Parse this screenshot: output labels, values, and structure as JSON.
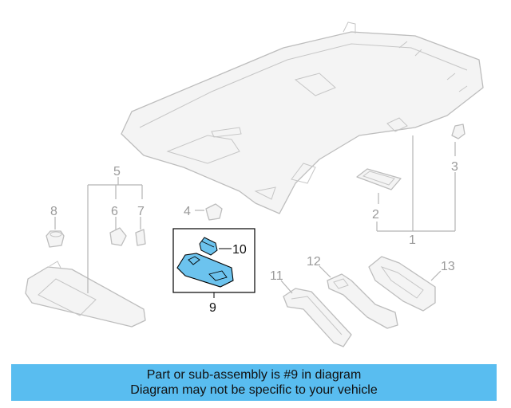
{
  "callouts": {
    "c1": "1",
    "c2": "2",
    "c3": "3",
    "c4": "4",
    "c5": "5",
    "c6": "6",
    "c7": "7",
    "c8": "8",
    "c9": "9",
    "c10": "10",
    "c11": "11",
    "c12": "12",
    "c13": "13"
  },
  "highlight": {
    "part_number": "9",
    "color": "#59bdf0",
    "part_color": "#6cc3ee"
  },
  "banner": {
    "line1": "Part or sub-assembly is #9 in diagram",
    "line2": "Diagram may not be specific to your vehicle"
  }
}
